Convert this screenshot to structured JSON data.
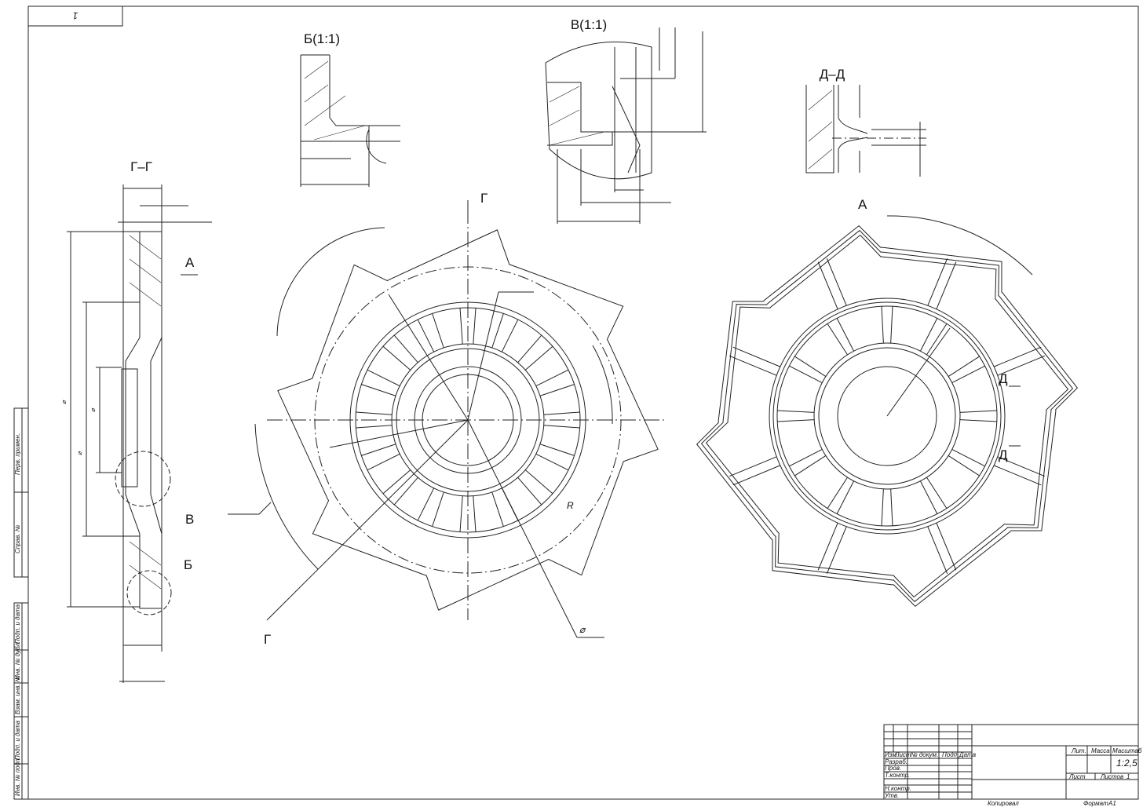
{
  "corner_box": {
    "text": "1"
  },
  "views": {
    "detail_b": "Б(1:1)",
    "detail_v": "В(1:1)",
    "section_d": "Д–Д",
    "section_g": "Г–Г",
    "view_a": "А",
    "arrow_a": "А",
    "callout_v": "В",
    "callout_b": "Б",
    "cut_g_top": "Г",
    "cut_g_bottom": "Г",
    "cut_d_top": "Д",
    "cut_d_bottom": "Д",
    "radius": "R",
    "diameter": "⌀",
    "diameter_side_1": "⌀",
    "diameter_side_2": "⌀",
    "diameter_side_3": "⌀"
  },
  "side_strip": [
    "Перв. примен.",
    "Справ. №",
    "Подп. и дата",
    "Инв. № дубл.",
    "Взам. инв. №",
    "Подп. и дата",
    "Инв. № подл."
  ],
  "title_block": {
    "headers": [
      "Изм.",
      "Лист",
      "№ докум.",
      "Подп.",
      "Дата"
    ],
    "roles": [
      "Разраб.",
      "Пров.",
      "Т.контр.",
      "Н.контр.",
      "Утв."
    ],
    "lit": "Лит.",
    "mass": "Масса",
    "scale_label": "Масштаб",
    "scale_value": "1:2,5",
    "sheet": "Лист",
    "sheets": "Листов",
    "sheets_value": "1",
    "copied": "Копировал",
    "format_label": "Формат",
    "format_value": "А1"
  }
}
